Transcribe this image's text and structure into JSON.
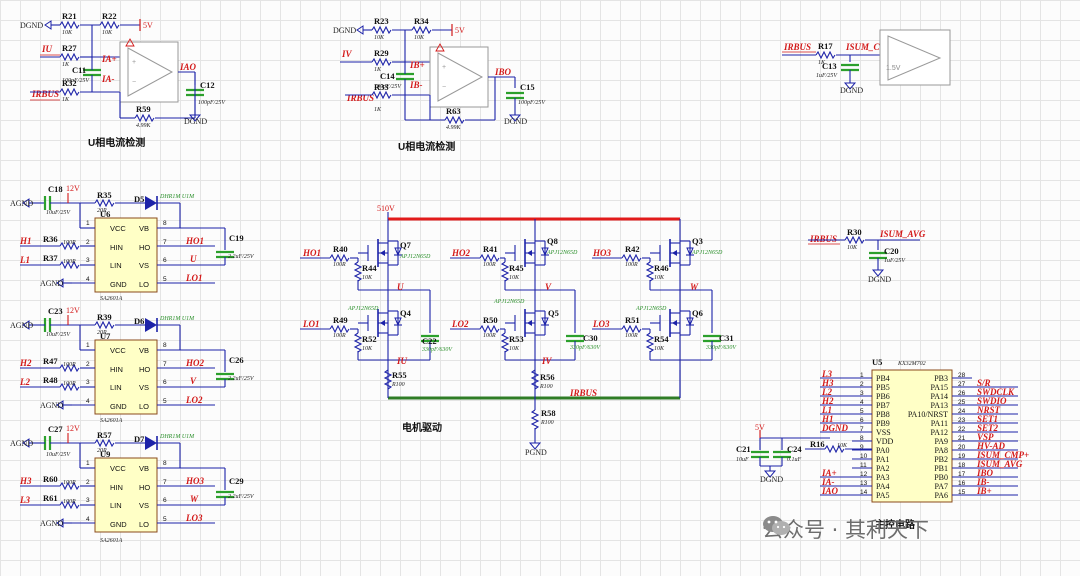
{
  "captions": {
    "u_current": "U相电流检测",
    "v_current": "U相电流检测",
    "motor_drive": "电机驱动",
    "main_ctrl": "主控电路"
  },
  "watermark": "公众号 · 其利天下",
  "nets": {
    "dgnd": "DGND",
    "agnd": "AGND",
    "pgnd": "PGND",
    "v5": "5V",
    "v12": "12V",
    "v510": "510V",
    "iu": "IU",
    "iv": "IV",
    "irbus": "IRBUS",
    "ia_plus": "IA+",
    "ia_minus": "IA-",
    "iao": "IAO",
    "ib_plus": "IB+",
    "ib_minus": "IB-",
    "ibo": "IBO",
    "isum_cmp": "ISUM_CMP+",
    "isum_avg": "ISUM_AVG",
    "ho1": "HO1",
    "lo1": "LO1",
    "ho2": "HO2",
    "lo2": "LO2",
    "ho3": "HO3",
    "lo3": "LO3",
    "h1": "H1",
    "l1": "L1",
    "h2": "H2",
    "l2": "L2",
    "h3": "H3",
    "l3": "L3",
    "u": "U",
    "v": "V",
    "w": "W"
  },
  "parts": {
    "r21": {
      "ref": "R21",
      "val": "10K"
    },
    "r22": {
      "ref": "R22",
      "val": "10K"
    },
    "r27": {
      "ref": "R27",
      "val": "1K"
    },
    "r32": {
      "ref": "R32",
      "val": "1K"
    },
    "c11": {
      "ref": "C11",
      "val": "100pF/25V"
    },
    "r59": {
      "ref": "R59",
      "val": "4.99K"
    },
    "c12": {
      "ref": "C12",
      "val": "100pF/25V"
    },
    "r23": {
      "ref": "R23",
      "val": "10K"
    },
    "r34": {
      "ref": "R34",
      "val": "10K"
    },
    "r29": {
      "ref": "R29",
      "val": "1K"
    },
    "r33": {
      "ref": "R33",
      "val": "1K"
    },
    "c14": {
      "ref": "C14",
      "val": "100pF/25V"
    },
    "r63": {
      "ref": "R63",
      "val": "4.99K"
    },
    "c15": {
      "ref": "C15",
      "val": "100pF/25V"
    },
    "r17": {
      "ref": "R17",
      "val": "1K"
    },
    "c13": {
      "ref": "C13",
      "val": "1uF/25V"
    },
    "r30": {
      "ref": "R30",
      "val": "10K"
    },
    "c20": {
      "ref": "C20",
      "val": "1uF/25V"
    },
    "c18": {
      "ref": "C18",
      "val": "10uF/25V"
    },
    "r35": {
      "ref": "R35",
      "val": "20R"
    },
    "d5": {
      "ref": "D5",
      "val": "DHR1M U1M"
    },
    "c19": {
      "ref": "C19",
      "val": "2.2uF/25V"
    },
    "r36": {
      "ref": "R36",
      "val": "100R"
    },
    "r37": {
      "ref": "R37",
      "val": "100R"
    },
    "c23": {
      "ref": "C23",
      "val": "10uF/25V"
    },
    "r39": {
      "ref": "R39",
      "val": "20R"
    },
    "d6": {
      "ref": "D6",
      "val": "DHR1M U1M"
    },
    "c26": {
      "ref": "C26",
      "val": "2.2uF/25V"
    },
    "r47": {
      "ref": "R47",
      "val": "100R"
    },
    "r48": {
      "ref": "R48",
      "val": "100R"
    },
    "c27": {
      "ref": "C27",
      "val": "10uF/25V"
    },
    "r57": {
      "ref": "R57",
      "val": "20R"
    },
    "d7": {
      "ref": "D7",
      "val": "DHR1M U1M"
    },
    "c29": {
      "ref": "C29",
      "val": "2.2uF/25V"
    },
    "r60": {
      "ref": "R60",
      "val": "100R"
    },
    "r61": {
      "ref": "R61",
      "val": "100R"
    },
    "r40": {
      "ref": "R40",
      "val": "100R"
    },
    "r44": {
      "ref": "R44",
      "val": "10K"
    },
    "r49": {
      "ref": "R49",
      "val": "100R"
    },
    "r52": {
      "ref": "R52",
      "val": "10K"
    },
    "q7": {
      "ref": "Q7",
      "val": "APJ12N65D"
    },
    "q4": {
      "ref": "Q4",
      "val": "APJ12N65D"
    },
    "c22": {
      "ref": "C22",
      "val": "330pF/630V"
    },
    "r55": {
      "ref": "R55",
      "val": "R100"
    },
    "r41": {
      "ref": "R41",
      "val": "100R"
    },
    "r45": {
      "ref": "R45",
      "val": "10K"
    },
    "r50": {
      "ref": "R50",
      "val": "100R"
    },
    "r53": {
      "ref": "R53",
      "val": "10K"
    },
    "q8": {
      "ref": "Q8",
      "val": "APJ12N65D"
    },
    "q5": {
      "ref": "Q5",
      "val": "APJ12N65D"
    },
    "c30": {
      "ref": "C30",
      "val": "330pF/630V"
    },
    "r56": {
      "ref": "R56",
      "val": "R100"
    },
    "r42": {
      "ref": "R42",
      "val": "100R"
    },
    "r46": {
      "ref": "R46",
      "val": "10K"
    },
    "r51": {
      "ref": "R51",
      "val": "100R"
    },
    "r54": {
      "ref": "R54",
      "val": "10K"
    },
    "q3": {
      "ref": "Q3",
      "val": "APJ12N65D"
    },
    "q6": {
      "ref": "Q6",
      "val": "APJ12N65D"
    },
    "c31": {
      "ref": "C31",
      "val": "330pF/630V"
    },
    "r58": {
      "ref": "R58",
      "val": "R100"
    },
    "c21": {
      "ref": "C21",
      "val": "10uF"
    },
    "c24": {
      "ref": "C24",
      "val": "0.1uF"
    },
    "r16": {
      "ref": "R16",
      "val": "10K"
    }
  },
  "drivers": {
    "u6": {
      "ref": "U6",
      "part": "SA2601A"
    },
    "u7": {
      "ref": "U7",
      "part": "SA2601A"
    },
    "u9": {
      "ref": "U9",
      "part": "SA2601A"
    },
    "pins_left": [
      "VCC",
      "HIN",
      "LIN",
      "GND"
    ],
    "pins_right": [
      "VB",
      "HO",
      "VS",
      "LO"
    ],
    "nums_left": [
      "1",
      "2",
      "3",
      "4"
    ],
    "nums_right": [
      "8",
      "7",
      "6",
      "5"
    ]
  },
  "mcu": {
    "ref": "U5",
    "part": "KX32M702",
    "left_pins": [
      {
        "num": "1",
        "name": "PB4",
        "net": "L3"
      },
      {
        "num": "2",
        "name": "PB5",
        "net": "H3"
      },
      {
        "num": "3",
        "name": "PB6",
        "net": "L2"
      },
      {
        "num": "4",
        "name": "PB7",
        "net": "H2"
      },
      {
        "num": "5",
        "name": "PB8",
        "net": "L1"
      },
      {
        "num": "6",
        "name": "PB9",
        "net": "H1"
      },
      {
        "num": "7",
        "name": "VSS",
        "net": "DGND"
      },
      {
        "num": "8",
        "name": "VDD",
        "net": ""
      },
      {
        "num": "9",
        "name": "PA0",
        "net": ""
      },
      {
        "num": "10",
        "name": "PA1",
        "net": ""
      },
      {
        "num": "11",
        "name": "PA2",
        "net": ""
      },
      {
        "num": "12",
        "name": "PA3",
        "net": "IA+"
      },
      {
        "num": "13",
        "name": "PA4",
        "net": "IA-"
      },
      {
        "num": "14",
        "name": "PA5",
        "net": "IAO"
      }
    ],
    "right_pins": [
      {
        "num": "28",
        "name": "PB3",
        "net": ""
      },
      {
        "num": "27",
        "name": "PA15",
        "net": "S/R"
      },
      {
        "num": "26",
        "name": "PA14",
        "net": "SWDCLK"
      },
      {
        "num": "25",
        "name": "PA13",
        "net": "SWDIO"
      },
      {
        "num": "24",
        "name": "PA10/NRST",
        "net": "NRST"
      },
      {
        "num": "23",
        "name": "PA11",
        "net": "SET1"
      },
      {
        "num": "22",
        "name": "PA12",
        "net": "SET2"
      },
      {
        "num": "21",
        "name": "PA9",
        "net": "VSP"
      },
      {
        "num": "20",
        "name": "PA8",
        "net": "HV-AD"
      },
      {
        "num": "19",
        "name": "PB2",
        "net": "ISUM_CMP+"
      },
      {
        "num": "18",
        "name": "PB1",
        "net": "ISUM_AVG"
      },
      {
        "num": "17",
        "name": "PB0",
        "net": "IBO"
      },
      {
        "num": "16",
        "name": "PA7",
        "net": "IB-"
      },
      {
        "num": "15",
        "name": "PA6",
        "net": "IB+"
      }
    ]
  },
  "opamp_mark": "1.5V"
}
